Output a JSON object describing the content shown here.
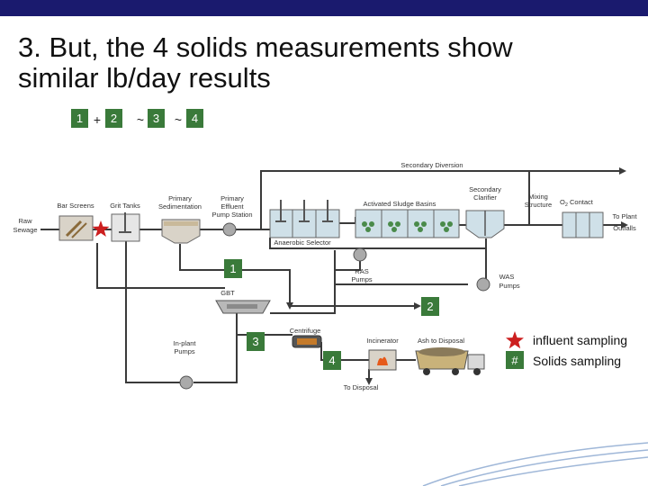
{
  "theme": {
    "accent": "#1a1a6e",
    "badge": "#3a7a3a",
    "star": "#cc1f1f",
    "pipe": "#3a3a3a"
  },
  "slide": {
    "title_line1": "3. But, the 4 solids measurements show",
    "title_line2": "similar lb/day results"
  },
  "equation": {
    "items": [
      "1",
      "2",
      "3",
      "4"
    ],
    "ops": [
      "+",
      "~",
      "~"
    ]
  },
  "diagram": {
    "labels": {
      "raw_sewage_1": "Raw",
      "raw_sewage_2": "Sewage",
      "bar_screens": "Bar Screens",
      "grit_tanks": "Grit Tanks",
      "primary_sed_1": "Primary",
      "primary_sed_2": "Sedimentation",
      "pump_station_1": "Primary",
      "pump_station_2": "Effluent",
      "pump_station_3": "Pump Station",
      "secondary_diversion": "Secondary Diversion",
      "activated_sludge": "Activated Sludge Basins",
      "secondary_clarifier_1": "Secondary",
      "secondary_clarifier_2": "Clarifier",
      "mixing_structure_1": "Mixing",
      "mixing_structure_2": "Structure",
      "o2_contact": "O",
      "o2_sub": "2",
      "o2_contact_rest": " Contact",
      "to_plant_outfalls_1": "To Plant",
      "to_plant_outfalls_2": "Outfalls",
      "anaerobic_selector": "Anaerobic Selector",
      "ras_pumps_1": "RAS",
      "ras_pumps_2": "Pumps",
      "was_pumps_1": "WAS",
      "was_pumps_2": "Pumps",
      "gbt": "GBT",
      "centrifuge": "Centrifuge",
      "incinerator": "Incinerator",
      "ash_to_disposal": "Ash to Disposal",
      "in_plant_pumps_1": "In-plant",
      "in_plant_pumps_2": "Pumps",
      "to_disposal": "To Disposal"
    },
    "badges": [
      "1",
      "2",
      "3",
      "4"
    ]
  },
  "legend": {
    "influent_label": "influent sampling",
    "solids_symbol": "#",
    "solids_label": "Solids sampling"
  }
}
